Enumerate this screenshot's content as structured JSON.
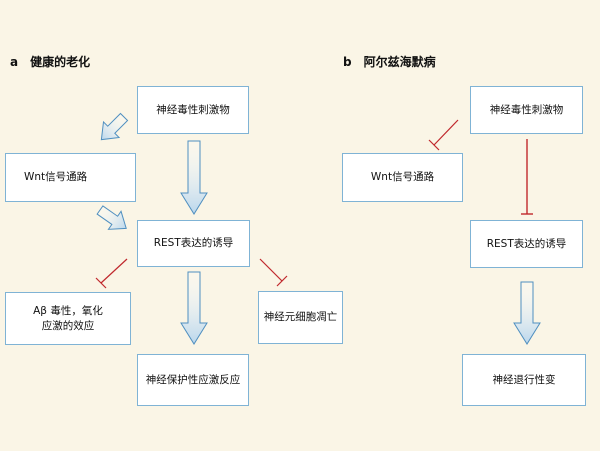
{
  "panels": {
    "a": {
      "letter": "a",
      "title": "健康的老化"
    },
    "b": {
      "letter": "b",
      "title": "阿尔兹海默病"
    }
  },
  "nodes": {
    "a_stimulus": "神经毒性刺激物",
    "a_wnt": "Wnt信号通路",
    "a_rest": "REST表达的诱导",
    "a_abeta_line1": "Aβ 毒性，氧化",
    "a_abeta_line2": "应激的效应",
    "a_apoptosis": "神经元细胞凋亡",
    "a_protective": "神经保护性应激反应",
    "b_stimulus": "神经毒性刺激物",
    "b_wnt": "Wnt信号通路",
    "b_rest": "REST表达的诱导",
    "b_degeneration": "神经退行性变"
  },
  "colors": {
    "background": "#faf5e6",
    "box_border": "#7fb3d5",
    "activation_arrow_fill": "#c6dff0",
    "activation_arrow_stroke": "#4f8fc0",
    "inhibition_line": "#c0282d"
  }
}
